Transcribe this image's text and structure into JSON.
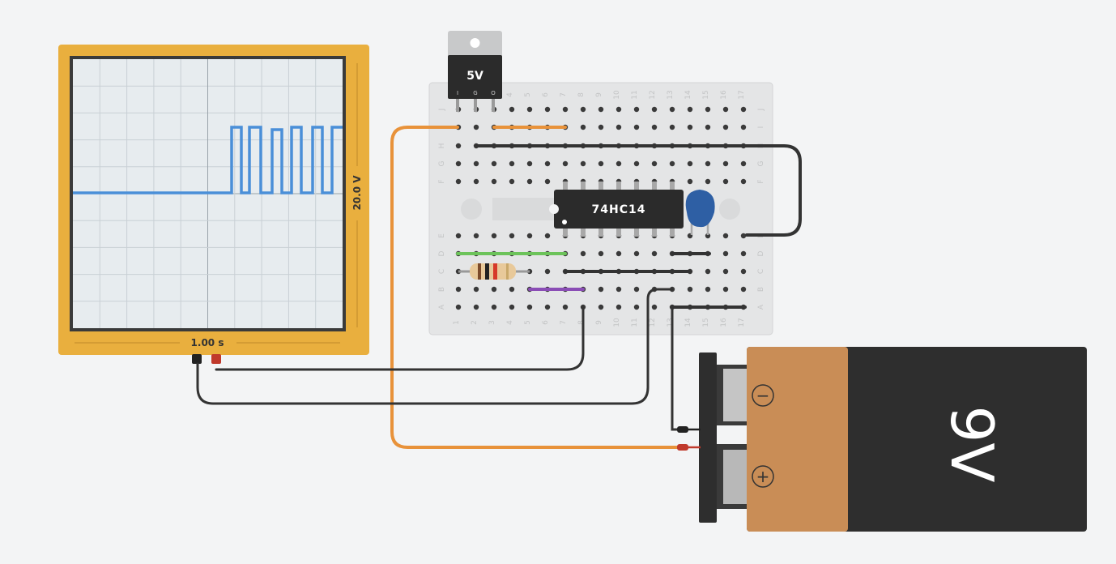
{
  "oscilloscope": {
    "time_per_div": "1.00 s",
    "volts_per_div": "20.0 V"
  },
  "regulator": {
    "label": "5V",
    "pins": [
      "I",
      "G",
      "O"
    ]
  },
  "breadboard": {
    "column_numbers": [
      "1",
      "2",
      "3",
      "4",
      "5",
      "6",
      "7",
      "8",
      "9",
      "10",
      "11",
      "12",
      "13",
      "14",
      "15",
      "16",
      "17"
    ],
    "top_rows": [
      "J",
      "I",
      "H",
      "G",
      "F"
    ],
    "bottom_rows": [
      "E",
      "D",
      "C",
      "B",
      "A"
    ]
  },
  "ic": {
    "label": "74HC14"
  },
  "battery": {
    "label": "9V",
    "negative_symbol": "−",
    "positive_symbol": "+",
    "body_color": "#c98d56",
    "case_color": "#2e2e2e"
  },
  "wire_colors": {
    "orange": "#e8923a",
    "black": "#333333",
    "green": "#6cc35a",
    "purple": "#8a4db5",
    "trace": "#4a8fd8"
  }
}
